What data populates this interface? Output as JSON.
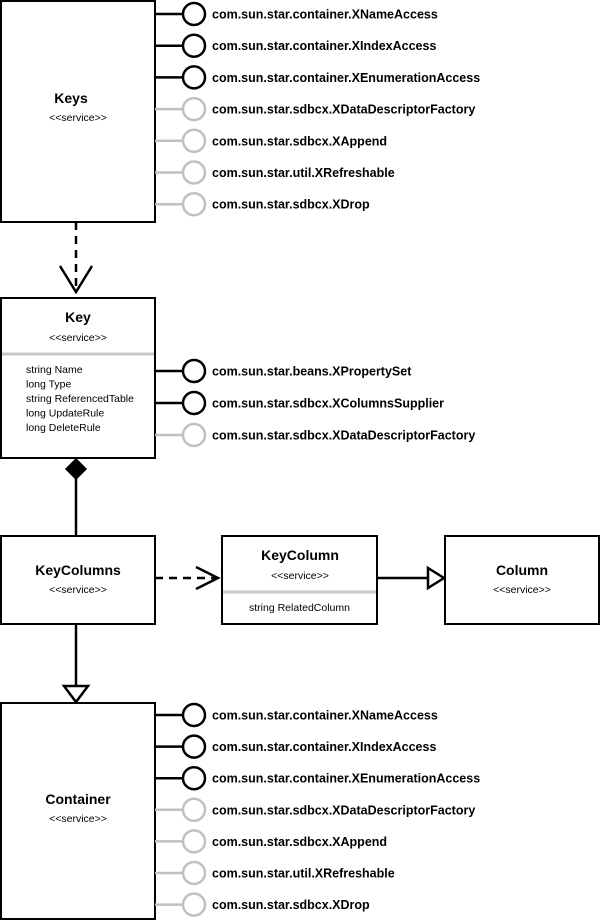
{
  "colors": {
    "required": "#000000",
    "optional": "#c0c0c0"
  },
  "nodes": {
    "keys": {
      "title": "Keys",
      "stereotype": "<<service>>",
      "interfaces": [
        {
          "name": "com.sun.star.container.XNameAccess",
          "required": true
        },
        {
          "name": "com.sun.star.container.XIndexAccess",
          "required": true
        },
        {
          "name": "com.sun.star.container.XEnumerationAccess",
          "required": true
        },
        {
          "name": "com.sun.star.sdbcx.XDataDescriptorFactory",
          "required": false
        },
        {
          "name": "com.sun.star.sdbcx.XAppend",
          "required": false
        },
        {
          "name": "com.sun.star.util.XRefreshable",
          "required": false
        },
        {
          "name": "com.sun.star.sdbcx.XDrop",
          "required": false
        }
      ]
    },
    "key": {
      "title": "Key",
      "stereotype": "<<service>>",
      "attributes": [
        "string Name",
        "long Type",
        "string ReferencedTable",
        "long UpdateRule",
        "long DeleteRule"
      ],
      "interfaces": [
        {
          "name": "com.sun.star.beans.XPropertySet",
          "required": true
        },
        {
          "name": "com.sun.star.sdbcx.XColumnsSupplier",
          "required": true
        },
        {
          "name": "com.sun.star.sdbcx.XDataDescriptorFactory",
          "required": false
        }
      ]
    },
    "keycolumns": {
      "title": "KeyColumns",
      "stereotype": "<<service>>"
    },
    "keycolumn": {
      "title": "KeyColumn",
      "stereotype": "<<service>>",
      "attributes": [
        "string RelatedColumn"
      ]
    },
    "column": {
      "title": "Column",
      "stereotype": "<<service>>"
    },
    "container": {
      "title": "Container",
      "stereotype": "<<service>>",
      "interfaces": [
        {
          "name": "com.sun.star.container.XNameAccess",
          "required": true
        },
        {
          "name": "com.sun.star.container.XIndexAccess",
          "required": true
        },
        {
          "name": "com.sun.star.container.XEnumerationAccess",
          "required": true
        },
        {
          "name": "com.sun.star.sdbcx.XDataDescriptorFactory",
          "required": false
        },
        {
          "name": "com.sun.star.sdbcx.XAppend",
          "required": false
        },
        {
          "name": "com.sun.star.util.XRefreshable",
          "required": false
        },
        {
          "name": "com.sun.star.sdbcx.XDrop",
          "required": false
        }
      ]
    }
  },
  "relations": [
    {
      "from": "keys",
      "to": "key",
      "kind": "dependency"
    },
    {
      "from": "key",
      "to": "keycolumns",
      "kind": "composition"
    },
    {
      "from": "keycolumns",
      "to": "keycolumn",
      "kind": "dependency"
    },
    {
      "from": "keycolumn",
      "to": "column",
      "kind": "generalization"
    },
    {
      "from": "keycolumns",
      "to": "container",
      "kind": "generalization"
    }
  ]
}
